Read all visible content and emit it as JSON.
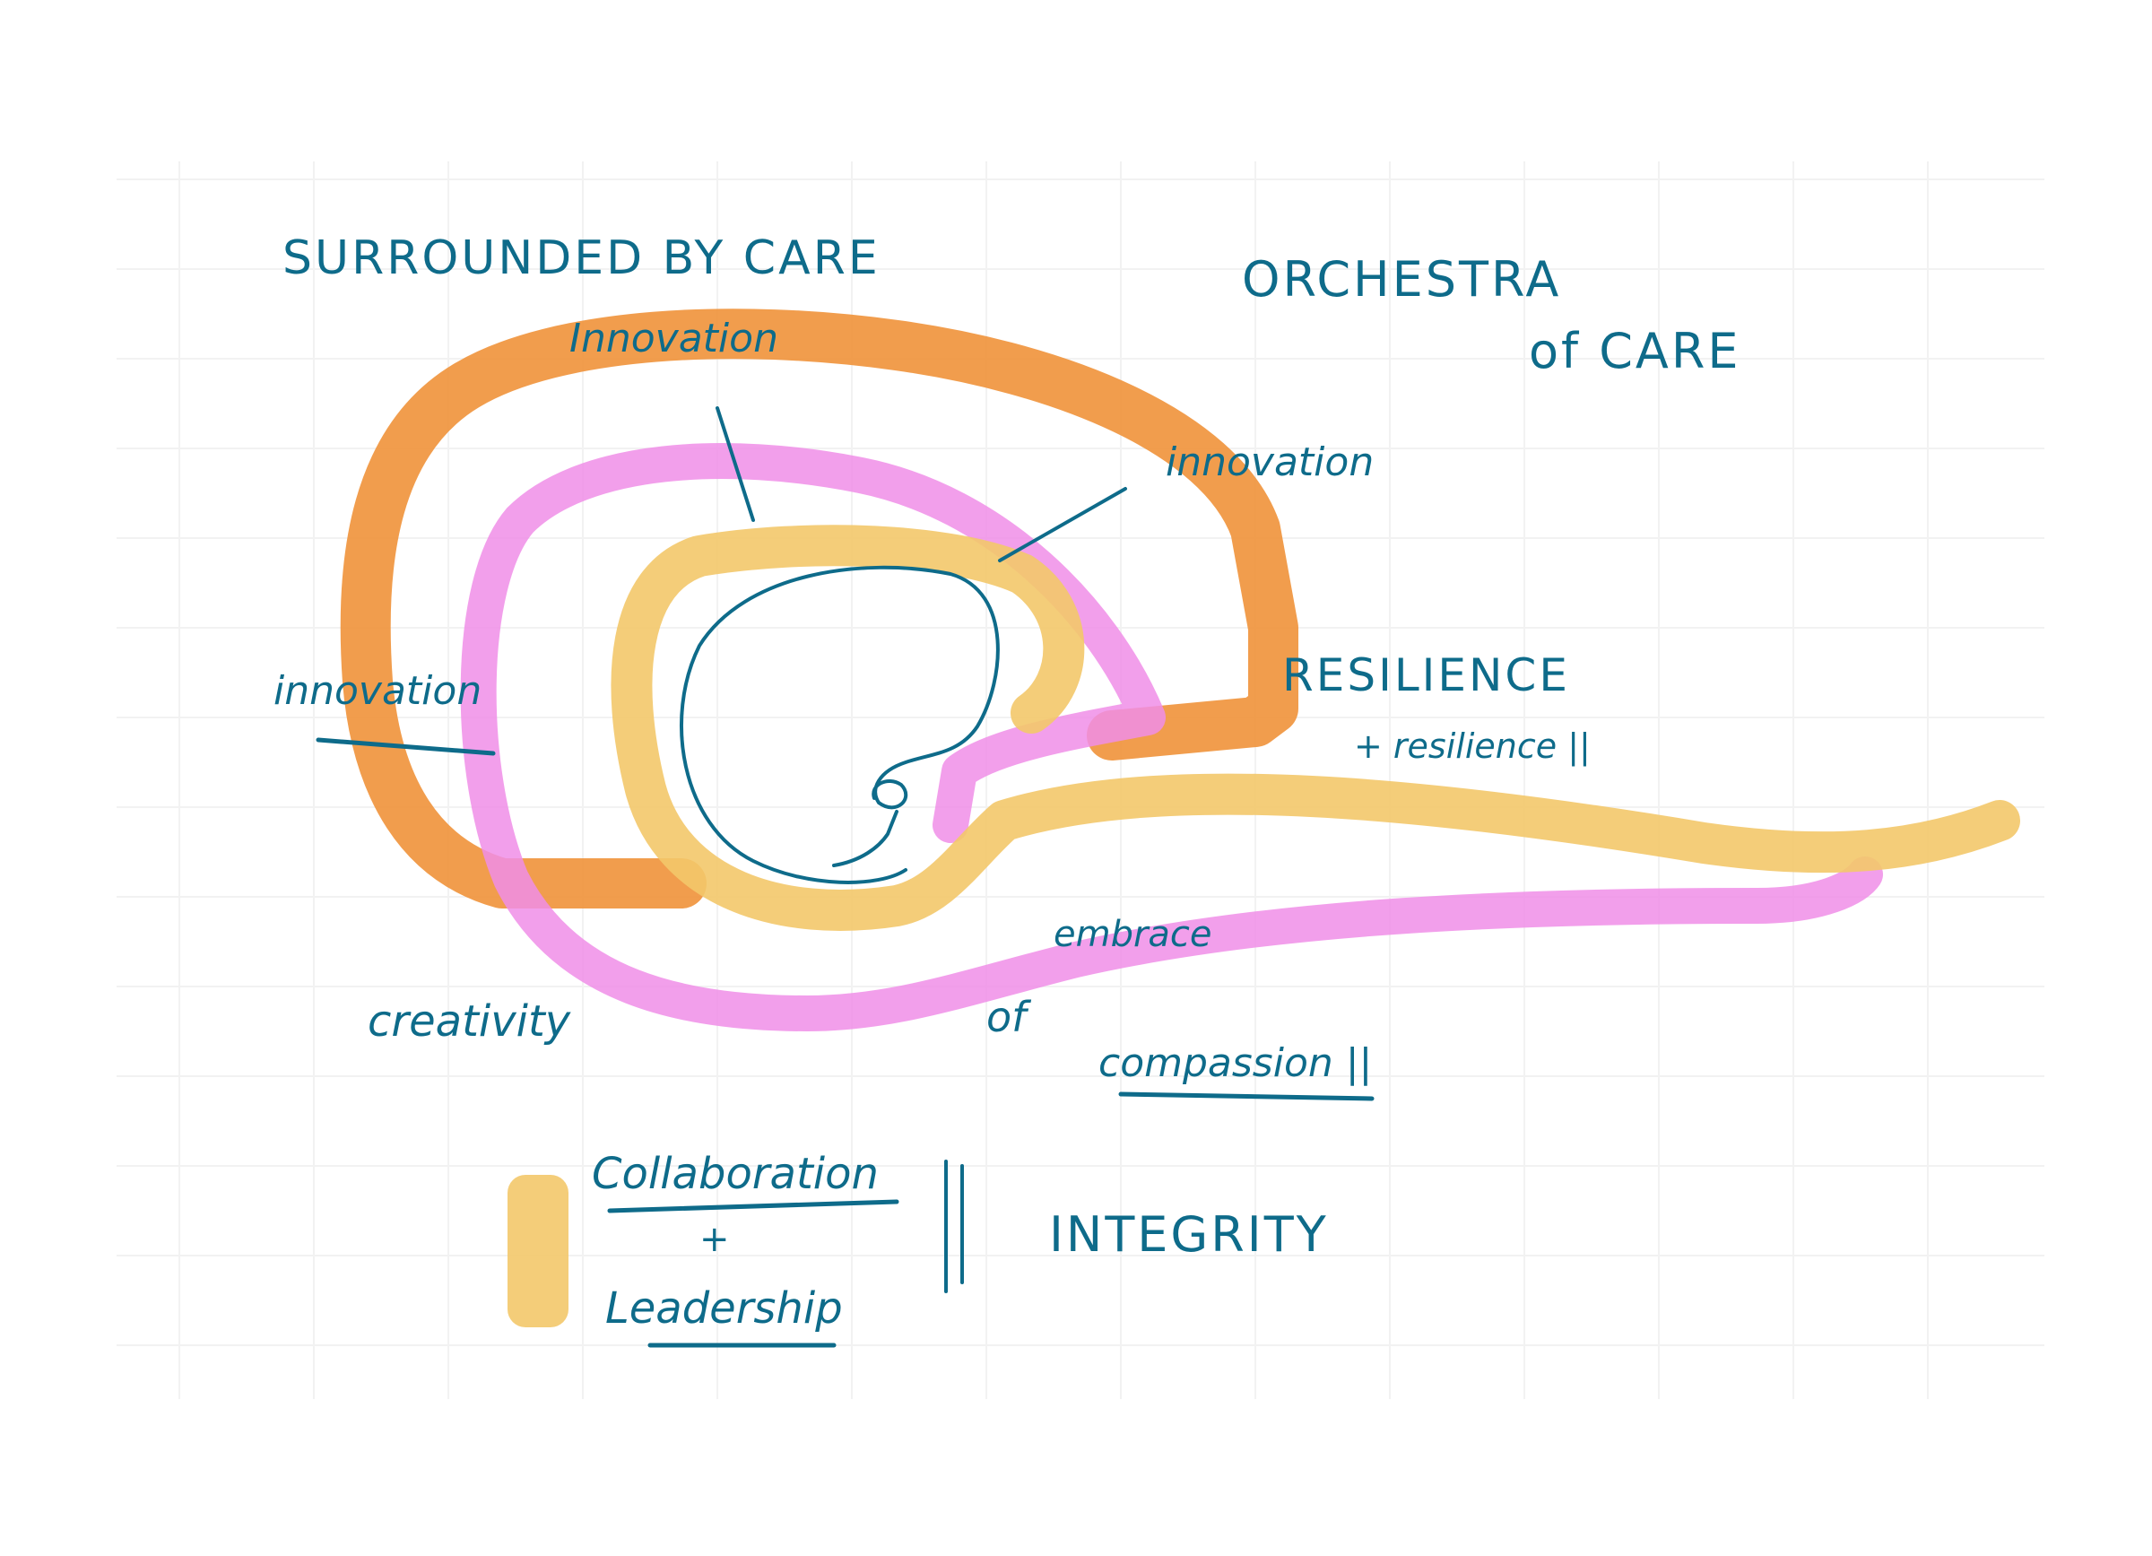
{
  "colors": {
    "ink": "#0e6b8a",
    "orange_band": "#f0923a",
    "pink_band": "#f08ee8",
    "yellow_band": "#f3c86a",
    "grid": "#f2f2f2"
  },
  "labels": {
    "surrounded": "SURROUNDED BY CARE",
    "orchestra_line1": "ORCHESTRA",
    "orchestra_line2": "of CARE",
    "innovation_top": "Innovation",
    "innovation_right": "innovation",
    "innovation_left": "innovation",
    "resilience_caps": "RESILIENCE",
    "resilience_small": "+ resilience ||",
    "embrace": "embrace",
    "embrace_of": "of",
    "compassion": "compassion ||",
    "creativity": "creativity",
    "collaboration": "Collaboration",
    "plus": "+",
    "leadership": "Leadership",
    "double_bar": "||",
    "integrity": "INTEGRITY"
  }
}
